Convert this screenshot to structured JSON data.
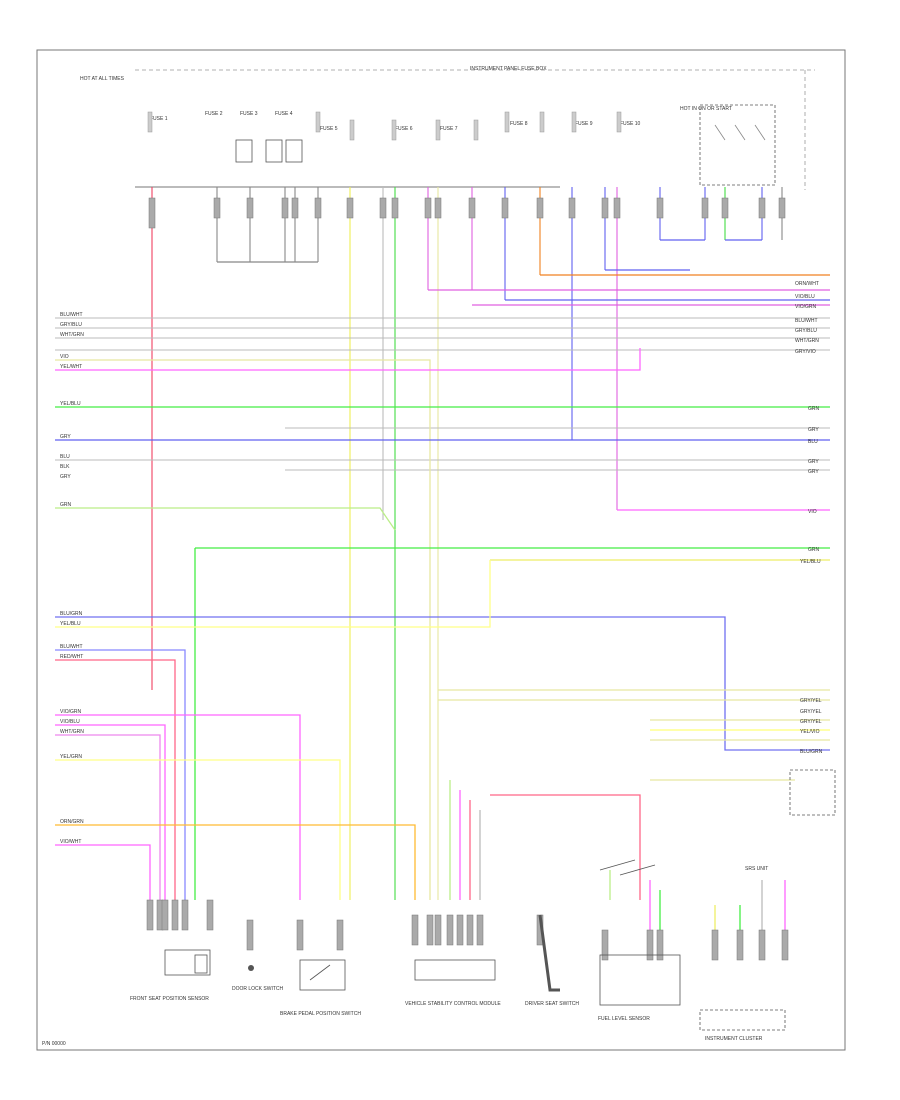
{
  "diagram": {
    "page_ref": "P/N 00000",
    "left_notes": [
      "BLU/WHT",
      "GRY/BLU",
      "WHT/GRN",
      "VIO",
      "YEL/WHT",
      "YEL/BLU",
      "GRY",
      "BLU",
      "BLK",
      "GRY",
      "GRN",
      "BLU/GRN",
      "YEL/BLU",
      "BLU/WHT",
      "RED/WHT",
      "VIO/GRN",
      "VIO/BLU",
      "WHT/GRN",
      "YEL/GRN",
      "ORN/GRN",
      "VIO/WHT"
    ],
    "right_notes": [
      "ORN/WHT",
      "VIO/BLU",
      "VIO/GRN",
      "BLU/WHT",
      "GRY/BLU",
      "WHT/GRN",
      "GRY/VIO",
      "GRN",
      "GRY",
      "BLU",
      "GRY",
      "GRY",
      "VIO",
      "GRN",
      "YEL/BLU",
      "GRY/YEL",
      "GRY/YEL",
      "GRY/YEL",
      "YEL/VIO",
      "BLU/GRN"
    ],
    "top_labels": [
      "HOT AT ALL TIMES",
      "INSTRUMENT PANEL FUSE BOX",
      "HOT IN ON OR START"
    ],
    "fuse_labels": [
      "FUSE 1",
      "FUSE 2",
      "FUSE 3",
      "FUSE 4",
      "FUSE 5",
      "FUSE 6",
      "FUSE 7",
      "FUSE 8",
      "FUSE 9",
      "FUSE 10"
    ],
    "components": [
      "FRONT SEAT POSITION SENSOR",
      "DOOR LOCK SWITCH",
      "BRAKE PEDAL POSITION SWITCH",
      "VEHICLE STABILITY CONTROL MODULE",
      "DRIVER SEAT SWITCH",
      "FUEL LEVEL SENSOR",
      "INSTRUMENT CLUSTER",
      "SRS UNIT"
    ]
  }
}
